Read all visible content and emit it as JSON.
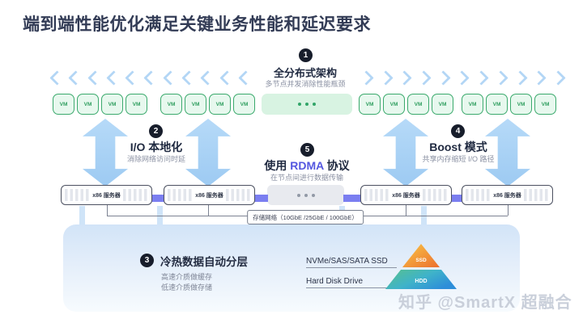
{
  "page": {
    "title": "端到端性能优化满足关键业务性能和延迟要求"
  },
  "steps": {
    "s1": {
      "num": "1",
      "title": "全分布式架构",
      "subtitle": "多节点并发消除性能瓶颈"
    },
    "s2": {
      "num": "2",
      "title": "I/O 本地化",
      "subtitle": "消除网络访问时延"
    },
    "s3": {
      "num": "3",
      "title": "冷热数据自动分层",
      "subtitle1": "高速介质做缓存",
      "subtitle2": "低速介质做存储"
    },
    "s4": {
      "num": "4",
      "title": "Boost 模式",
      "subtitle": "共享内存缩短 I/O 路径"
    },
    "s5": {
      "num": "5",
      "title_prefix": "使用 ",
      "title_highlight": "RDMA",
      "title_suffix": " 协议",
      "subtitle": "在节点间进行数据传输"
    }
  },
  "cluster": {
    "vm_label": "VM",
    "server_label": "x86 服务器",
    "network_label": "存储网络（10GbE /25GbE / 100GbE）"
  },
  "tiering": {
    "ssd_media": "NVMe/SAS/SATA SSD",
    "hdd_media": "Hard Disk Drive",
    "pyramid_ssd": "SSD",
    "pyramid_hdd": "HDD"
  },
  "watermark": "知乎 @SmartX 超融合",
  "colors": {
    "title_text": "#323b55",
    "badge_bg": "#171d2b",
    "vm_green": "#2f9e5f",
    "arrow_blue": "#a9d2f1",
    "connector_purple": "#7a7ef0",
    "rdma_highlight": "#5457e0",
    "panel_blue": "#d2e4f8",
    "pyramid_ssd_orange": "#ec6f2d",
    "pyramid_hdd_blue": "#2d8ed9",
    "watermark_gray": "#c9cfda"
  }
}
